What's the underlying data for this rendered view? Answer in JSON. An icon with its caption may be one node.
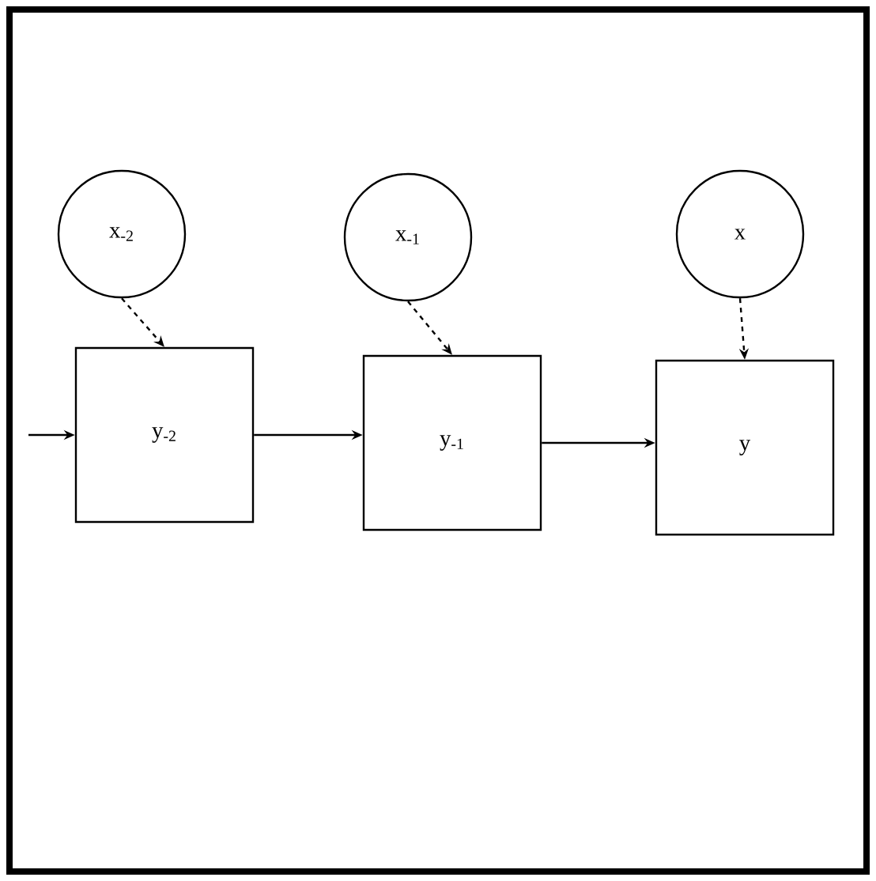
{
  "diagram": {
    "nodes": [
      {
        "text": [
          "x$_{-2}$"
        ]
      },
      {
        "text": [
          "x$_{-1}$"
        ]
      },
      {
        "text": [
          "x"
        ]
      },
      {
        "text": [
          "y$_{-2}$"
        ]
      },
      {
        "text": [
          "y$_{-1}$"
        ]
      },
      {
        "text": [
          "y"
        ]
      }
    ],
    "edges": [
      {
        "from": 0,
        "to": 3,
        "arrow": "to",
        "style": "dashed"
      },
      {
        "from": 1,
        "to": 4,
        "arrow": "to",
        "style": "dashed"
      },
      {
        "from": 2,
        "to": 5,
        "arrow": "to",
        "style": "dashed"
      },
      {
        "from": null,
        "to": 3,
        "arrow": "to"
      },
      {
        "from": 3,
        "to": 4,
        "arrow": "to"
      },
      {
        "from": 4,
        "to": 5,
        "arrow": "to"
      }
    ]
  }
}
